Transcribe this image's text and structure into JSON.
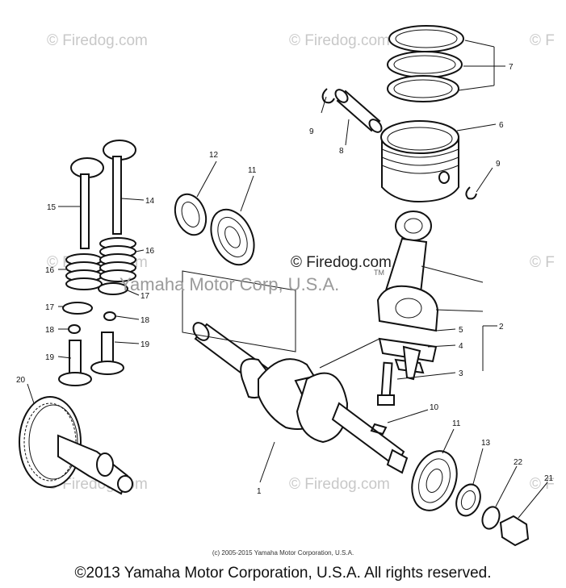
{
  "watermarks": {
    "text": "© Firedog.com",
    "edge_text": "© F",
    "center_text": "© Firedog.com",
    "center_sub": "Yamaha Motor Corp, U.S.A.",
    "tm": "TM"
  },
  "labels": {
    "p1": "1",
    "p2": "2",
    "p3": "3",
    "p4": "4",
    "p5": "5",
    "p6": "6",
    "p7": "7",
    "p8": "8",
    "p9a": "9",
    "p9b": "9",
    "p10": "10",
    "p11a": "11",
    "p11b": "11",
    "p12": "12",
    "p13": "13",
    "p14": "14",
    "p15": "15",
    "p16a": "16",
    "p16b": "16",
    "p17a": "17",
    "p17b": "17",
    "p18a": "18",
    "p18b": "18",
    "p19a": "19",
    "p19b": "19",
    "p20": "20",
    "p21": "21",
    "p22": "22"
  },
  "copyright_small": "(c) 2005-2015 Yamaha Motor Corporation, U.S.A.",
  "copyright_main": "©2013 Yamaha Motor Corporation, U.S.A. All rights reserved."
}
